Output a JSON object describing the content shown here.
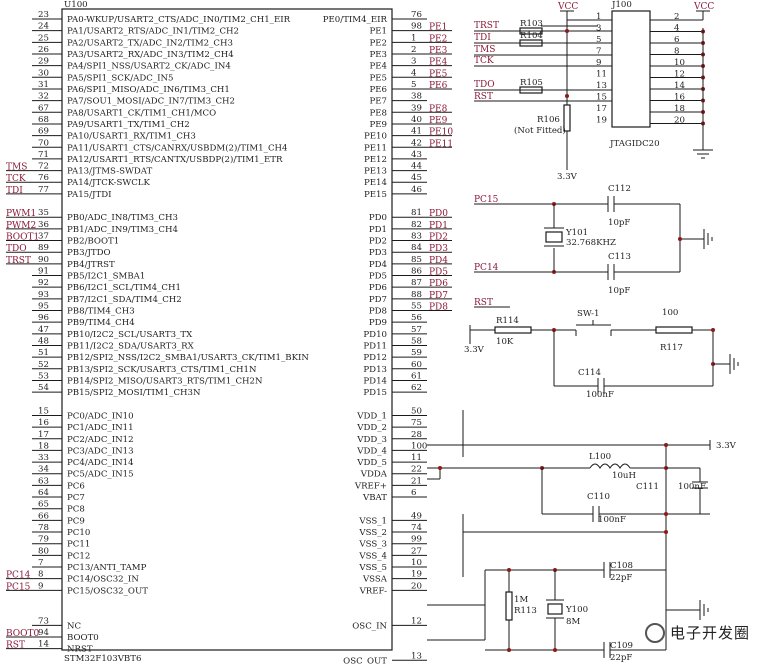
{
  "mcu": {
    "ref": "U100",
    "part": "STM32F103VBT6",
    "left_pins": [
      {
        "num": "23",
        "name": "PA0-WKUP/USART2_CTS/ADC_IN0/TIM2_CH1_EIR",
        "net": ""
      },
      {
        "num": "24",
        "name": "PA1/USART2_RTS/ADC_IN1/TIM2_CH2",
        "net": ""
      },
      {
        "num": "25",
        "name": "PA2/USART2_TX/ADC_IN2/TIM2_CH3",
        "net": ""
      },
      {
        "num": "26",
        "name": "PA3/USART2_RX/ADC_IN3/TIM2_CH4",
        "net": ""
      },
      {
        "num": "29",
        "name": "PA4/SPI1_NSS/USART2_CK/ADC_IN4",
        "net": ""
      },
      {
        "num": "30",
        "name": "PA5/SPI1_SCK/ADC_IN5",
        "net": ""
      },
      {
        "num": "31",
        "name": "PA6/SPI1_MISO/ADC_IN6/TIM3_CH1",
        "net": ""
      },
      {
        "num": "32",
        "name": "PA7/SOU1_MOSI/ADC_IN7/TIM3_CH2",
        "net": ""
      },
      {
        "num": "67",
        "name": "PA8/USART1_CK/TIM1_CH1/MCO",
        "net": ""
      },
      {
        "num": "68",
        "name": "PA9/USART1_TX/TIM1_CH2",
        "net": ""
      },
      {
        "num": "69",
        "name": "PA10/USART1_RX/TIM1_CH3",
        "net": ""
      },
      {
        "num": "70",
        "name": "PA11/USART1_CTS/CANRX/USBDM(2)/TIM1_CH4",
        "net": ""
      },
      {
        "num": "71",
        "name": "PA12/USART1_RTS/CANTX/USBDP(2)/TIM1_ETR",
        "net": ""
      },
      {
        "num": "72",
        "name": "PA13/JTMS-SWDAT",
        "net": "TMS"
      },
      {
        "num": "76",
        "name": "PA14/JTCK-SWCLK",
        "net": "TCK"
      },
      {
        "num": "77",
        "name": "PA15/JTDI",
        "net": "TDI"
      },
      {
        "num": "35",
        "name": "PB0/ADC_IN8/TIM3_CH3",
        "net": "PWM1"
      },
      {
        "num": "36",
        "name": "PB1/ADC_IN9/TIM3_CH4",
        "net": "PWM2"
      },
      {
        "num": "37",
        "name": "PB2/BOOT1",
        "net": "BOOT1"
      },
      {
        "num": "89",
        "name": "PB3/JTDO",
        "net": "TDO"
      },
      {
        "num": "90",
        "name": "PB4/JTRST",
        "net": "TRST"
      },
      {
        "num": "91",
        "name": "PB5/I2C1_SMBA1",
        "net": ""
      },
      {
        "num": "92",
        "name": "PB6/I2C1_SCL/TIM4_CH1",
        "net": ""
      },
      {
        "num": "93",
        "name": "PB7/I2C1_SDA/TIM4_CH2",
        "net": ""
      },
      {
        "num": "95",
        "name": "PB8/TIM4_CH3",
        "net": ""
      },
      {
        "num": "96",
        "name": "PB9/TIM4_CH4",
        "net": ""
      },
      {
        "num": "47",
        "name": "PB10/I2C2_SCL/USART3_TX",
        "net": ""
      },
      {
        "num": "48",
        "name": "PB11/I2C2_SDA/USART3_RX",
        "net": ""
      },
      {
        "num": "51",
        "name": "PB12/SPI2_NSS/I2C2_SMBA1/USART3_CK/TIM1_BKIN",
        "net": ""
      },
      {
        "num": "52",
        "name": "PB13/SPI2_SCK/USART3_CTS/TIM1_CH1N",
        "net": ""
      },
      {
        "num": "53",
        "name": "PB14/SPI2_MISO/USART3_RTS/TIM1_CH2N",
        "net": ""
      },
      {
        "num": "54",
        "name": "PB15/SPI2_MOSI/TIM1_CH3N",
        "net": ""
      },
      {
        "num": "15",
        "name": "PC0/ADC_IN10",
        "net": ""
      },
      {
        "num": "16",
        "name": "PC1/ADC_IN11",
        "net": ""
      },
      {
        "num": "17",
        "name": "PC2/ADC_IN12",
        "net": ""
      },
      {
        "num": "18",
        "name": "PC3/ADC_IN13",
        "net": ""
      },
      {
        "num": "33",
        "name": "PC4/ADC_IN14",
        "net": ""
      },
      {
        "num": "34",
        "name": "PC5/ADC_IN15",
        "net": ""
      },
      {
        "num": "63",
        "name": "PC6",
        "net": ""
      },
      {
        "num": "64",
        "name": "PC7",
        "net": ""
      },
      {
        "num": "65",
        "name": "PC8",
        "net": ""
      },
      {
        "num": "66",
        "name": "PC9",
        "net": ""
      },
      {
        "num": "78",
        "name": "PC10",
        "net": ""
      },
      {
        "num": "79",
        "name": "PC11",
        "net": ""
      },
      {
        "num": "80",
        "name": "PC12",
        "net": ""
      },
      {
        "num": "7",
        "name": "PC13/ANTI_TAMP",
        "net": ""
      },
      {
        "num": "8",
        "name": "PC14/OSC32_IN",
        "net": "PC14"
      },
      {
        "num": "9",
        "name": "PC15/OSC32_OUT",
        "net": "PC15"
      },
      {
        "num": "73",
        "name": "NC",
        "net": ""
      },
      {
        "num": "94",
        "name": "BOOT0",
        "net": "BOOT0"
      },
      {
        "num": "14",
        "name": "NRST",
        "net": "RST"
      }
    ],
    "right_pins": [
      {
        "num": "76",
        "name": "PE0/TIM4_EIR",
        "net": ""
      },
      {
        "num": "98",
        "name": "PE1",
        "net": "PE1"
      },
      {
        "num": "1",
        "name": "PE2",
        "net": "PE2"
      },
      {
        "num": "2",
        "name": "PE3",
        "net": "PE3"
      },
      {
        "num": "3",
        "name": "PE4",
        "net": "PE4"
      },
      {
        "num": "4",
        "name": "PE5",
        "net": "PE5"
      },
      {
        "num": "5",
        "name": "PE6",
        "net": "PE6"
      },
      {
        "num": "38",
        "name": "PE7",
        "net": ""
      },
      {
        "num": "39",
        "name": "PE8",
        "net": "PE8"
      },
      {
        "num": "40",
        "name": "PE9",
        "net": "PE9"
      },
      {
        "num": "41",
        "name": "PE10",
        "net": "PE10"
      },
      {
        "num": "42",
        "name": "PE11",
        "net": "PE11"
      },
      {
        "num": "43",
        "name": "PE12",
        "net": ""
      },
      {
        "num": "44",
        "name": "PE13",
        "net": ""
      },
      {
        "num": "45",
        "name": "PE14",
        "net": ""
      },
      {
        "num": "46",
        "name": "PE15",
        "net": ""
      },
      {
        "num": "81",
        "name": "PD0",
        "net": "PD0"
      },
      {
        "num": "82",
        "name": "PD1",
        "net": "PD1"
      },
      {
        "num": "83",
        "name": "PD2",
        "net": "PD2"
      },
      {
        "num": "84",
        "name": "PD3",
        "net": "PD3"
      },
      {
        "num": "85",
        "name": "PD4",
        "net": "PD4"
      },
      {
        "num": "86",
        "name": "PD5",
        "net": "PD5"
      },
      {
        "num": "87",
        "name": "PD6",
        "net": "PD6"
      },
      {
        "num": "88",
        "name": "PD7",
        "net": "PD7"
      },
      {
        "num": "55",
        "name": "PD8",
        "net": "PD8"
      },
      {
        "num": "56",
        "name": "PD9",
        "net": ""
      },
      {
        "num": "57",
        "name": "PD10",
        "net": ""
      },
      {
        "num": "58",
        "name": "PD11",
        "net": ""
      },
      {
        "num": "59",
        "name": "PD12",
        "net": ""
      },
      {
        "num": "60",
        "name": "PD13",
        "net": ""
      },
      {
        "num": "61",
        "name": "PD14",
        "net": ""
      },
      {
        "num": "62",
        "name": "PD15",
        "net": ""
      },
      {
        "num": "50",
        "name": "VDD_1",
        "net": ""
      },
      {
        "num": "75",
        "name": "VDD_2",
        "net": ""
      },
      {
        "num": "28",
        "name": "VDD_3",
        "net": ""
      },
      {
        "num": "100",
        "name": "VDD_4",
        "net": ""
      },
      {
        "num": "11",
        "name": "VDD_5",
        "net": ""
      },
      {
        "num": "22",
        "name": "VDDA",
        "net": ""
      },
      {
        "num": "21",
        "name": "VREF+",
        "net": ""
      },
      {
        "num": "6",
        "name": "VBAT",
        "net": ""
      },
      {
        "num": "49",
        "name": "VSS_1",
        "net": ""
      },
      {
        "num": "74",
        "name": "VSS_2",
        "net": ""
      },
      {
        "num": "99",
        "name": "VSS_3",
        "net": ""
      },
      {
        "num": "27",
        "name": "VSS_4",
        "net": ""
      },
      {
        "num": "10",
        "name": "VSS_5",
        "net": ""
      },
      {
        "num": "19",
        "name": "VSSA",
        "net": ""
      },
      {
        "num": "20",
        "name": "VREF-",
        "net": ""
      },
      {
        "num": "12",
        "name": "OSC_IN",
        "net": ""
      },
      {
        "num": "13",
        "name": "OSC_OUT",
        "net": ""
      }
    ]
  },
  "jtag": {
    "ref": "J100",
    "part": "JTAGIDC20",
    "vcc_left": "VCC",
    "vcc_right": "VCC",
    "left_pins": [
      "1",
      "3",
      "5",
      "7",
      "9",
      "11",
      "13",
      "15",
      "17",
      "19"
    ],
    "right_pins": [
      "2",
      "4",
      "6",
      "8",
      "10",
      "12",
      "14",
      "16",
      "18",
      "20"
    ],
    "nets": [
      "TRST",
      "TDI",
      "TMS",
      "TCK",
      "TDO",
      "RST"
    ],
    "resistors": [
      "R103",
      "R104",
      "R105"
    ],
    "r106": "R106",
    "r106_note": "(Not Fitted)",
    "supply": "3.3V"
  },
  "rtc_osc": {
    "net_top": "PC15",
    "net_bottom": "PC14",
    "crystal": "Y101",
    "freq": "32.768KHZ",
    "c_top": "C112",
    "c_top_val": "10pF",
    "c_bot": "C113",
    "c_bot_val": "10pF"
  },
  "reset": {
    "net": "RST",
    "supply": "3.3V",
    "r_pull": "R114",
    "r_pull_val": "10K",
    "switch": "SW-1",
    "r_series": "R117",
    "r_series_val": "100",
    "cap": "C114",
    "cap_val": "100nF"
  },
  "power": {
    "supply": "3.3V",
    "inductor": "L100",
    "inductor_val": "10uH",
    "c_a": "C110",
    "c_a_val": "100nF",
    "c_b": "C111",
    "c_b_val": "100nF"
  },
  "hse_osc": {
    "r": "R113",
    "r_val": "1M",
    "crystal": "Y100",
    "freq": "8M",
    "c_top": "C108",
    "c_top_val": "22pF",
    "c_bot": "C109",
    "c_bot_val": "22pF"
  },
  "watermark": "电子开发圈"
}
